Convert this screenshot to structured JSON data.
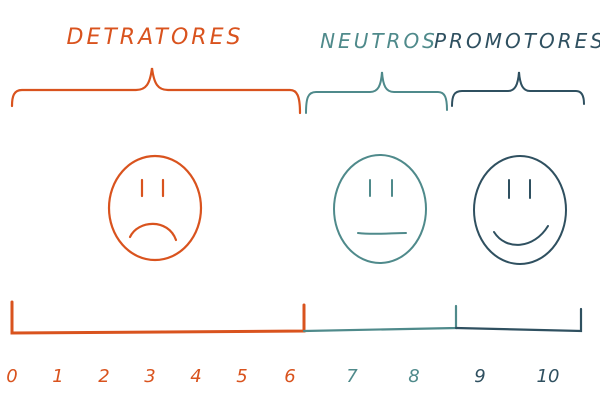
{
  "colors": {
    "detractors": "#d9531e",
    "neutrals": "#4f8a8b",
    "promoters": "#2f5060",
    "scale_axis": "#d9531e"
  },
  "groups": [
    {
      "key": "detractors",
      "label": "DETRATORES",
      "face": "sad",
      "color": "#d9531e"
    },
    {
      "key": "neutrals",
      "label": "NEUTROS",
      "face": "neutral",
      "color": "#4f8a8b"
    },
    {
      "key": "promoters",
      "label": "PROMOTORES",
      "face": "happy",
      "color": "#2f5060"
    }
  ],
  "scores": [
    {
      "label": "0",
      "group": "detractors"
    },
    {
      "label": "1",
      "group": "detractors"
    },
    {
      "label": "2",
      "group": "detractors"
    },
    {
      "label": "3",
      "group": "detractors"
    },
    {
      "label": "4",
      "group": "detractors"
    },
    {
      "label": "5",
      "group": "detractors"
    },
    {
      "label": "6",
      "group": "detractors"
    },
    {
      "label": "7",
      "group": "neutrals"
    },
    {
      "label": "8",
      "group": "neutrals"
    },
    {
      "label": "9",
      "group": "promoters"
    },
    {
      "label": "10",
      "group": "promoters"
    }
  ]
}
